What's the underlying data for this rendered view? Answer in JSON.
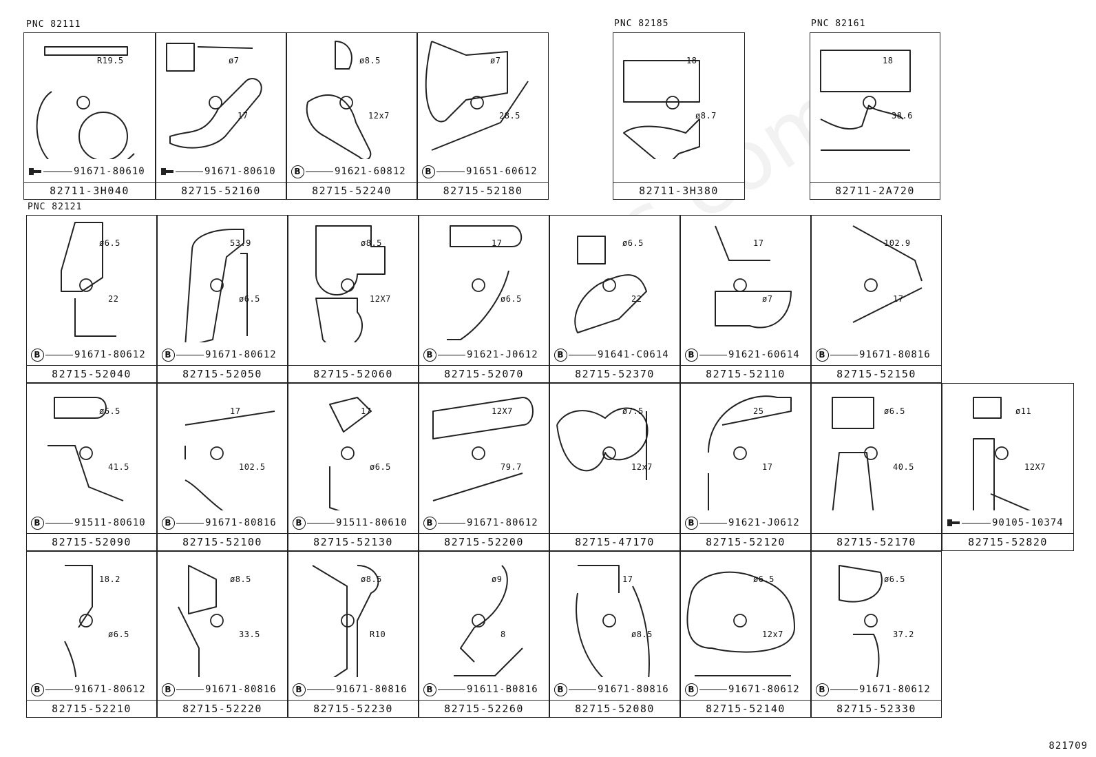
{
  "pnc_labels": [
    "PNC 82111",
    "PNC 82185",
    "PNC 82161",
    "PNC 82121"
  ],
  "figure_number": "821709",
  "watermark": "ToyotaOemParts.com",
  "cells": [
    {
      "part": "82711-3H040",
      "bolt": "91671-80610",
      "bolt_mark": "",
      "dims": [
        "R19.5"
      ]
    },
    {
      "part": "82715-52160",
      "bolt": "91671-80610",
      "bolt_mark": "",
      "dims": [
        "ø7",
        "17"
      ]
    },
    {
      "part": "82715-52240",
      "bolt": "91621-60812",
      "bolt_mark": "B",
      "dims": [
        "ø8.5",
        "12x7"
      ]
    },
    {
      "part": "82715-52180",
      "bolt": "91651-60612",
      "bolt_mark": "B",
      "dims": [
        "ø7",
        "28.5"
      ]
    },
    {
      "part": "82711-3H380",
      "bolt": "",
      "bolt_mark": "",
      "dims": [
        "18",
        "ø8.7"
      ]
    },
    {
      "part": "82711-2A720",
      "bolt": "",
      "bolt_mark": "",
      "dims": [
        "18",
        "38.6"
      ]
    },
    {
      "part": "82715-52040",
      "bolt": "91671-80612",
      "bolt_mark": "B",
      "dims": [
        "ø6.5",
        "22"
      ]
    },
    {
      "part": "82715-52050",
      "bolt": "91671-80612",
      "bolt_mark": "B",
      "dims": [
        "53.9",
        "ø6.5"
      ]
    },
    {
      "part": "82715-52060",
      "bolt": "",
      "bolt_mark": "",
      "dims": [
        "ø8.5",
        "12X7"
      ]
    },
    {
      "part": "82715-52070",
      "bolt": "91621-J0612",
      "bolt_mark": "B",
      "dims": [
        "17",
        "ø6.5"
      ]
    },
    {
      "part": "82715-52370",
      "bolt": "91641-C0614",
      "bolt_mark": "B",
      "dims": [
        "ø6.5",
        "22"
      ]
    },
    {
      "part": "82715-52110",
      "bolt": "91621-60614",
      "bolt_mark": "B",
      "dims": [
        "17",
        "ø7"
      ]
    },
    {
      "part": "82715-52150",
      "bolt": "91671-80816",
      "bolt_mark": "B",
      "dims": [
        "102.9",
        "17"
      ]
    },
    {
      "part": "82715-52090",
      "bolt": "91511-80610",
      "bolt_mark": "B",
      "dims": [
        "ø6.5",
        "41.5"
      ]
    },
    {
      "part": "82715-52100",
      "bolt": "91671-80816",
      "bolt_mark": "B",
      "dims": [
        "17",
        "102.5"
      ]
    },
    {
      "part": "82715-52130",
      "bolt": "91511-80610",
      "bolt_mark": "B",
      "dims": [
        "17",
        "ø6.5"
      ]
    },
    {
      "part": "82715-52200",
      "bolt": "91671-80612",
      "bolt_mark": "B",
      "dims": [
        "12X7",
        "79.7"
      ]
    },
    {
      "part": "82715-47170",
      "bolt": "",
      "bolt_mark": "",
      "dims": [
        "ø7.5",
        "12x7"
      ]
    },
    {
      "part": "82715-52120",
      "bolt": "91621-J0612",
      "bolt_mark": "B",
      "dims": [
        "25",
        "17"
      ]
    },
    {
      "part": "82715-52170",
      "bolt": "",
      "bolt_mark": "",
      "dims": [
        "ø6.5",
        "40.5"
      ]
    },
    {
      "part": "82715-52820",
      "bolt": "90105-10374",
      "bolt_mark": "",
      "dims": [
        "ø11",
        "12X7"
      ]
    },
    {
      "part": "82715-52210",
      "bolt": "91671-80612",
      "bolt_mark": "B",
      "dims": [
        "18.2",
        "ø6.5"
      ]
    },
    {
      "part": "82715-52220",
      "bolt": "91671-80816",
      "bolt_mark": "B",
      "dims": [
        "ø8.5",
        "33.5"
      ]
    },
    {
      "part": "82715-52230",
      "bolt": "91671-80816",
      "bolt_mark": "B",
      "dims": [
        "ø8.5",
        "R10"
      ]
    },
    {
      "part": "82715-52260",
      "bolt": "91611-B0816",
      "bolt_mark": "B",
      "dims": [
        "ø9",
        "8"
      ]
    },
    {
      "part": "82715-52080",
      "bolt": "91671-80816",
      "bolt_mark": "B",
      "dims": [
        "17",
        "ø8.5"
      ]
    },
    {
      "part": "82715-52140",
      "bolt": "91671-80612",
      "bolt_mark": "B",
      "dims": [
        "ø6.5",
        "12x7"
      ]
    },
    {
      "part": "82715-52330",
      "bolt": "91671-80612",
      "bolt_mark": "B",
      "dims": [
        "ø6.5",
        "37.2"
      ]
    }
  ]
}
